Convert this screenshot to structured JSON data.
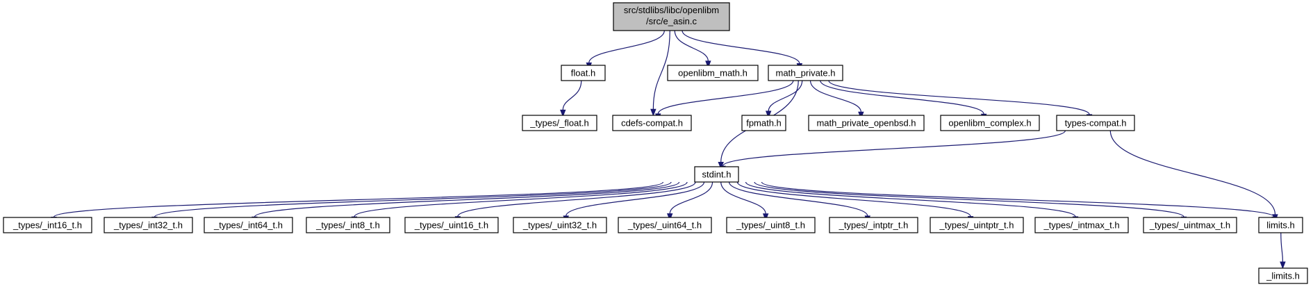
{
  "graph": {
    "root_label_lines": [
      "src/stdlibs/libc/openlibm",
      "/src/e_asin.c"
    ],
    "nodes": [
      {
        "id": "root",
        "label": "src/stdlibs/libc/openlibm\n/src/e_asin.c",
        "root": true
      },
      {
        "id": "float_h",
        "label": "float.h"
      },
      {
        "id": "types_float_h",
        "label": "_types/_float.h"
      },
      {
        "id": "cdefs_compat_h",
        "label": "cdefs-compat.h"
      },
      {
        "id": "openlibm_math_h",
        "label": "openlibm_math.h"
      },
      {
        "id": "math_private_h",
        "label": "math_private.h"
      },
      {
        "id": "stdint_h",
        "label": "stdint.h"
      },
      {
        "id": "fpmath_h",
        "label": "fpmath.h"
      },
      {
        "id": "math_private_openbsd_h",
        "label": "math_private_openbsd.h"
      },
      {
        "id": "openlibm_complex_h",
        "label": "openlibm_complex.h"
      },
      {
        "id": "types_compat_h",
        "label": "types-compat.h"
      },
      {
        "id": "types_int16_t_h",
        "label": "_types/_int16_t.h"
      },
      {
        "id": "types_int32_t_h",
        "label": "_types/_int32_t.h"
      },
      {
        "id": "types_int64_t_h",
        "label": "_types/_int64_t.h"
      },
      {
        "id": "types_int8_t_h",
        "label": "_types/_int8_t.h"
      },
      {
        "id": "types_uint16_t_h",
        "label": "_types/_uint16_t.h"
      },
      {
        "id": "types_uint32_t_h",
        "label": "_types/_uint32_t.h"
      },
      {
        "id": "types_uint64_t_h",
        "label": "_types/_uint64_t.h"
      },
      {
        "id": "types_uint8_t_h",
        "label": "_types/_uint8_t.h"
      },
      {
        "id": "types_intptr_t_h",
        "label": "_types/_intptr_t.h"
      },
      {
        "id": "types_uintptr_t_h",
        "label": "_types/_uintptr_t.h"
      },
      {
        "id": "types_intmax_t_h",
        "label": "_types/_intmax_t.h"
      },
      {
        "id": "types_uintmax_t_h",
        "label": "_types/_uintmax_t.h"
      },
      {
        "id": "limits_h",
        "label": "limits.h"
      },
      {
        "id": "limits_inner_h",
        "label": "_limits.h"
      }
    ],
    "edges": [
      [
        "root",
        "float_h"
      ],
      [
        "root",
        "cdefs_compat_h"
      ],
      [
        "root",
        "openlibm_math_h"
      ],
      [
        "root",
        "math_private_h"
      ],
      [
        "float_h",
        "types_float_h"
      ],
      [
        "math_private_h",
        "cdefs_compat_h"
      ],
      [
        "math_private_h",
        "stdint_h"
      ],
      [
        "math_private_h",
        "fpmath_h"
      ],
      [
        "math_private_h",
        "math_private_openbsd_h"
      ],
      [
        "math_private_h",
        "openlibm_complex_h"
      ],
      [
        "math_private_h",
        "types_compat_h"
      ],
      [
        "types_compat_h",
        "stdint_h"
      ],
      [
        "types_compat_h",
        "limits_h"
      ],
      [
        "stdint_h",
        "types_int16_t_h"
      ],
      [
        "stdint_h",
        "types_int32_t_h"
      ],
      [
        "stdint_h",
        "types_int64_t_h"
      ],
      [
        "stdint_h",
        "types_int8_t_h"
      ],
      [
        "stdint_h",
        "types_uint16_t_h"
      ],
      [
        "stdint_h",
        "types_uint32_t_h"
      ],
      [
        "stdint_h",
        "types_uint64_t_h"
      ],
      [
        "stdint_h",
        "types_uint8_t_h"
      ],
      [
        "stdint_h",
        "types_intptr_t_h"
      ],
      [
        "stdint_h",
        "types_uintptr_t_h"
      ],
      [
        "stdint_h",
        "types_intmax_t_h"
      ],
      [
        "stdint_h",
        "types_uintmax_t_h"
      ],
      [
        "stdint_h",
        "limits_h"
      ],
      [
        "limits_h",
        "limits_inner_h"
      ]
    ],
    "colors": {
      "edge": "#191970",
      "root_fill": "#bfbfbf",
      "node_fill": "#ffffff",
      "node_stroke": "#000000"
    }
  }
}
